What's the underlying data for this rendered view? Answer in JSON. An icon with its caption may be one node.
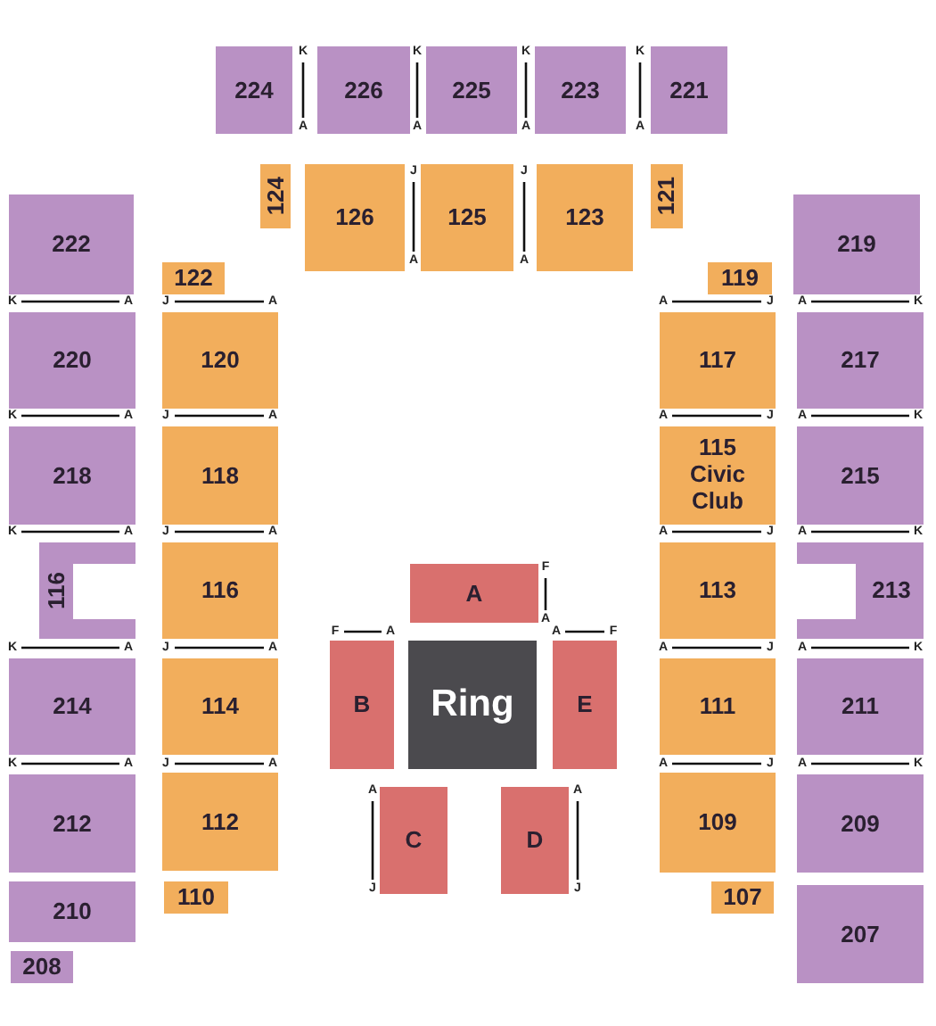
{
  "diagram": {
    "nodes": [
      {
        "text": [
          "224"
        ]
      },
      {
        "text": [
          "226"
        ]
      },
      {
        "text": [
          "225"
        ]
      },
      {
        "text": [
          "223"
        ]
      },
      {
        "text": [
          "221"
        ]
      },
      {
        "text": [
          "124"
        ]
      },
      {
        "text": [
          "126"
        ]
      },
      {
        "text": [
          "125"
        ]
      },
      {
        "text": [
          "123"
        ]
      },
      {
        "text": [
          "121"
        ]
      },
      {
        "text": [
          "222"
        ]
      },
      {
        "text": [
          "219"
        ]
      },
      {
        "text": [
          "122"
        ]
      },
      {
        "text": [
          "119"
        ]
      },
      {
        "text": [
          "220"
        ]
      },
      {
        "text": [
          "120"
        ]
      },
      {
        "text": [
          "117"
        ]
      },
      {
        "text": [
          "217"
        ]
      },
      {
        "text": [
          "218"
        ]
      },
      {
        "text": [
          "118"
        ]
      },
      {
        "text": [
          "115 Civic Club"
        ]
      },
      {
        "text": [
          "215"
        ]
      },
      {
        "text": [
          "116"
        ]
      },
      {
        "text": [
          "116"
        ]
      },
      {
        "text": [
          "A"
        ]
      },
      {
        "text": [
          "113"
        ]
      },
      {
        "text": [
          "213"
        ]
      },
      {
        "text": [
          "214"
        ]
      },
      {
        "text": [
          "114"
        ]
      },
      {
        "text": [
          "B"
        ]
      },
      {
        "text": [
          "Ring"
        ]
      },
      {
        "text": [
          "E"
        ]
      },
      {
        "text": [
          "111"
        ]
      },
      {
        "text": [
          "211"
        ]
      },
      {
        "text": [
          "212"
        ]
      },
      {
        "text": [
          "112"
        ]
      },
      {
        "text": [
          "C"
        ]
      },
      {
        "text": [
          "D"
        ]
      },
      {
        "text": [
          "109"
        ]
      },
      {
        "text": [
          "209"
        ]
      },
      {
        "text": [
          "210"
        ]
      },
      {
        "text": [
          "110"
        ]
      },
      {
        "text": [
          "107"
        ]
      },
      {
        "text": [
          "207"
        ]
      },
      {
        "text": [
          "208"
        ]
      }
    ],
    "labels": [
      "K",
      "K",
      "K",
      "K",
      "A",
      "A",
      "A",
      "A",
      "J",
      "J",
      "A",
      "A",
      "K",
      "A",
      "J",
      "A",
      "A",
      "J",
      "A",
      "K",
      "K",
      "A",
      "J",
      "A",
      "A",
      "J",
      "A",
      "K",
      "K",
      "A",
      "J",
      "A",
      "A",
      "J",
      "A",
      "K",
      "F",
      "A",
      "F",
      "A",
      "A",
      "F",
      "K",
      "A",
      "J",
      "A",
      "A",
      "J",
      "A",
      "K",
      "K",
      "A",
      "J",
      "A",
      "A",
      "J",
      "A",
      "K",
      "A",
      "A",
      "J",
      "J"
    ]
  }
}
